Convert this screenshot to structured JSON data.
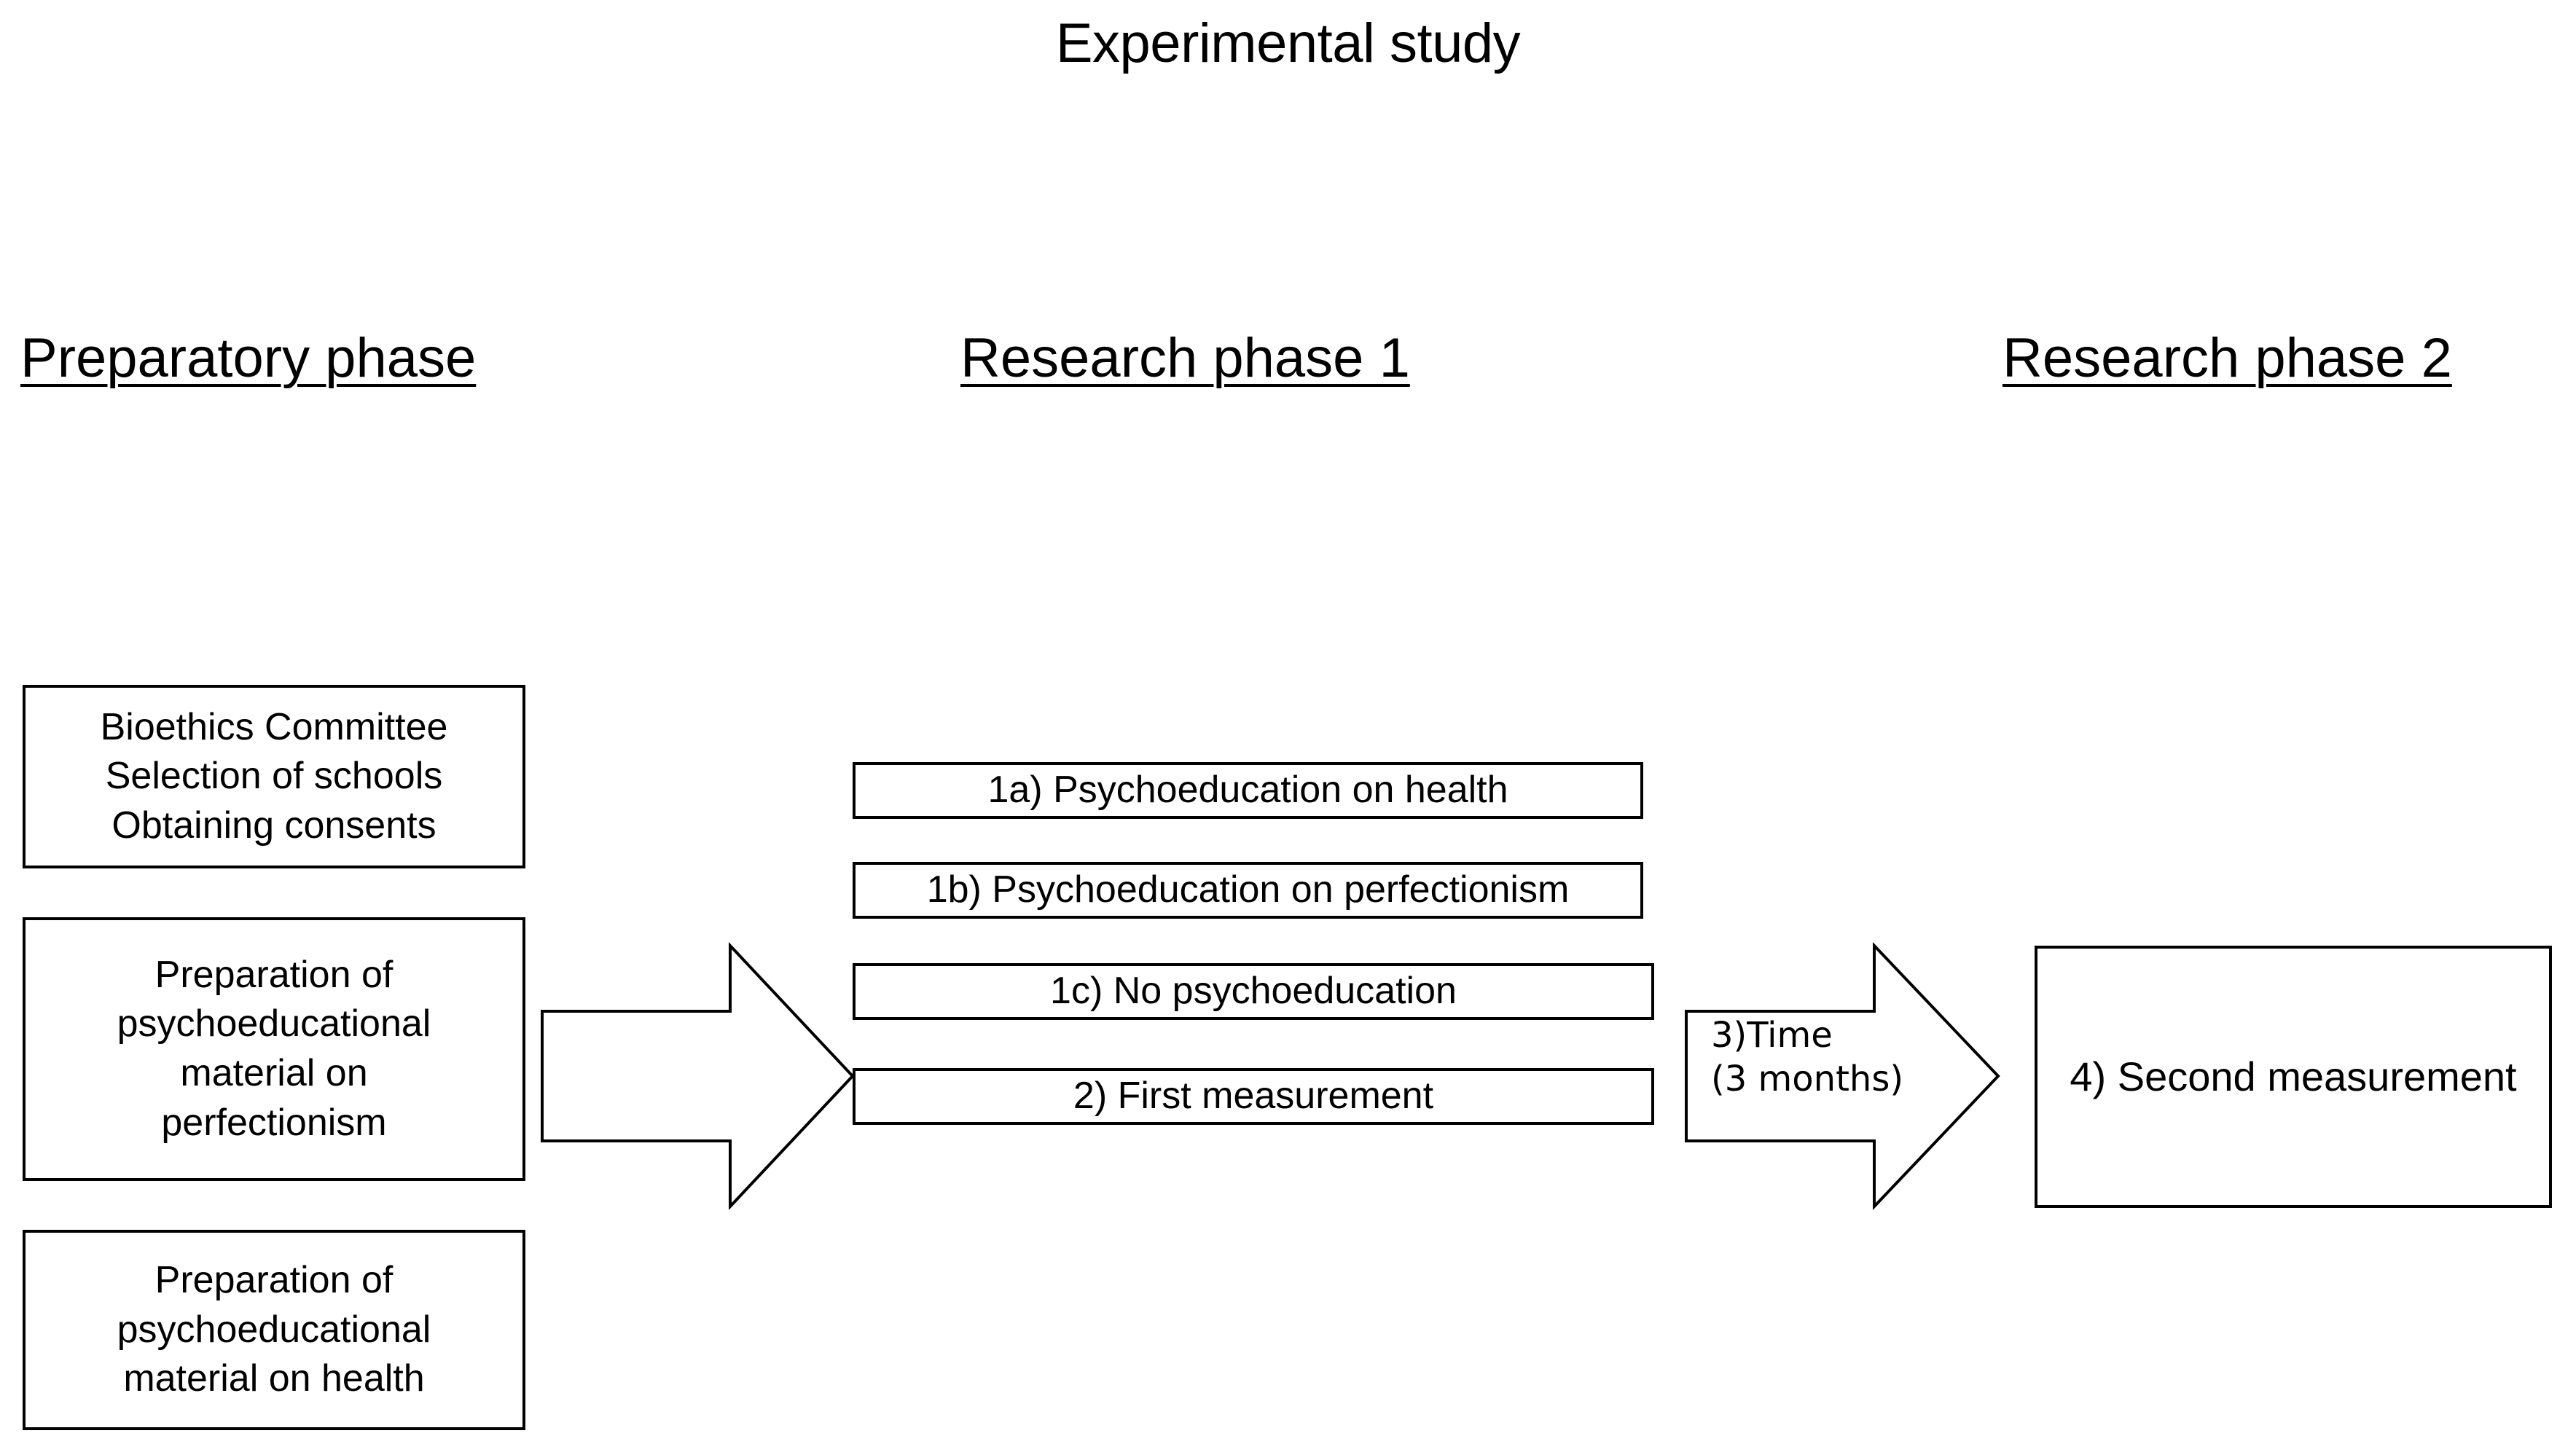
{
  "title": "Experimental study",
  "headings": {
    "preparatory": "Preparatory phase",
    "research1": "Research phase 1",
    "research2": "Research phase 2"
  },
  "preparatory_boxes": [
    {
      "name": "bioethics-selection-consents",
      "text": "Bioethics Committee\nSelection of schools\nObtaining consents"
    },
    {
      "name": "material-perfectionism",
      "text": "Preparation of\npsychoeducational\nmaterial on\nperfectionism"
    },
    {
      "name": "material-health",
      "text": "Preparation of\npsychoeducational\nmaterial on health"
    }
  ],
  "research_phase_1_boxes": [
    {
      "name": "psychoeducation-health",
      "text": "1a) Psychoeducation on health"
    },
    {
      "name": "psychoeducation-perfectionism",
      "text": "1b) Psychoeducation on perfectionism"
    },
    {
      "name": "no-psychoeducation",
      "text": "1c) No psychoeducation"
    },
    {
      "name": "first-measurement",
      "text": "2) First measurement"
    }
  ],
  "research_phase_2_boxes": [
    {
      "name": "second-measurement",
      "text": "4) Second measurement"
    }
  ],
  "arrows": [
    {
      "name": "arrow-preparatory-to-phase1",
      "label": ""
    },
    {
      "name": "arrow-time-to-phase2",
      "label": "3)Time\n(3 months)"
    }
  ],
  "colors": {
    "stroke": "#000000",
    "background": "#ffffff",
    "text": "#000000"
  }
}
